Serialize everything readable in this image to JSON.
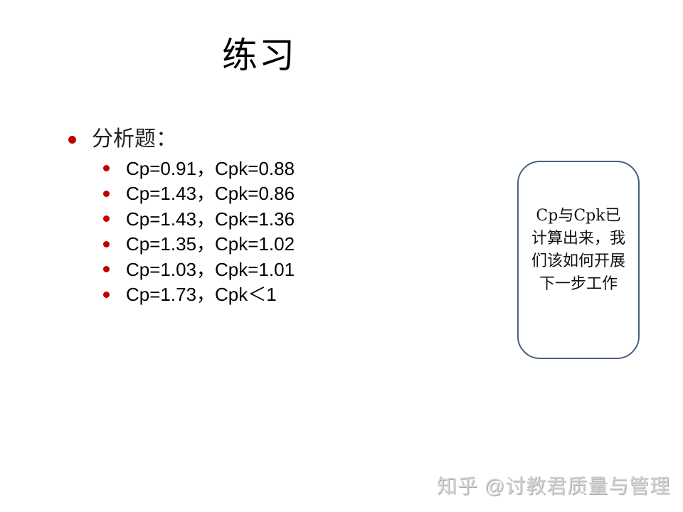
{
  "slide": {
    "title": "练习",
    "main_bullet": {
      "label": "分析题：",
      "bullet_color": "#c00000"
    },
    "items": [
      {
        "cp": "0.91",
        "cpk": "=0.88",
        "text": "Cp=0.91，Cpk=0.88"
      },
      {
        "cp": "1.43",
        "cpk": "=0.86",
        "text": "Cp=1.43，Cpk=0.86"
      },
      {
        "cp": "1.43",
        "cpk": "=1.36",
        "text": "Cp=1.43，Cpk=1.36"
      },
      {
        "cp": "1.35",
        "cpk": "=1.02",
        "text": "Cp=1.35，Cpk=1.02"
      },
      {
        "cp": "1.03",
        "cpk": "=1.01",
        "text": "Cp=1.03，Cpk=1.01"
      },
      {
        "cp": "1.73",
        "cpk": "＜1",
        "text": "Cp=1.73，Cpk＜1"
      }
    ],
    "callout": {
      "text": "Cp与Cpk已计算出来，我们该如何开展下一步工作",
      "border_color": "#4a5f7e"
    }
  },
  "watermark": "知乎 @讨教君质量与管理"
}
